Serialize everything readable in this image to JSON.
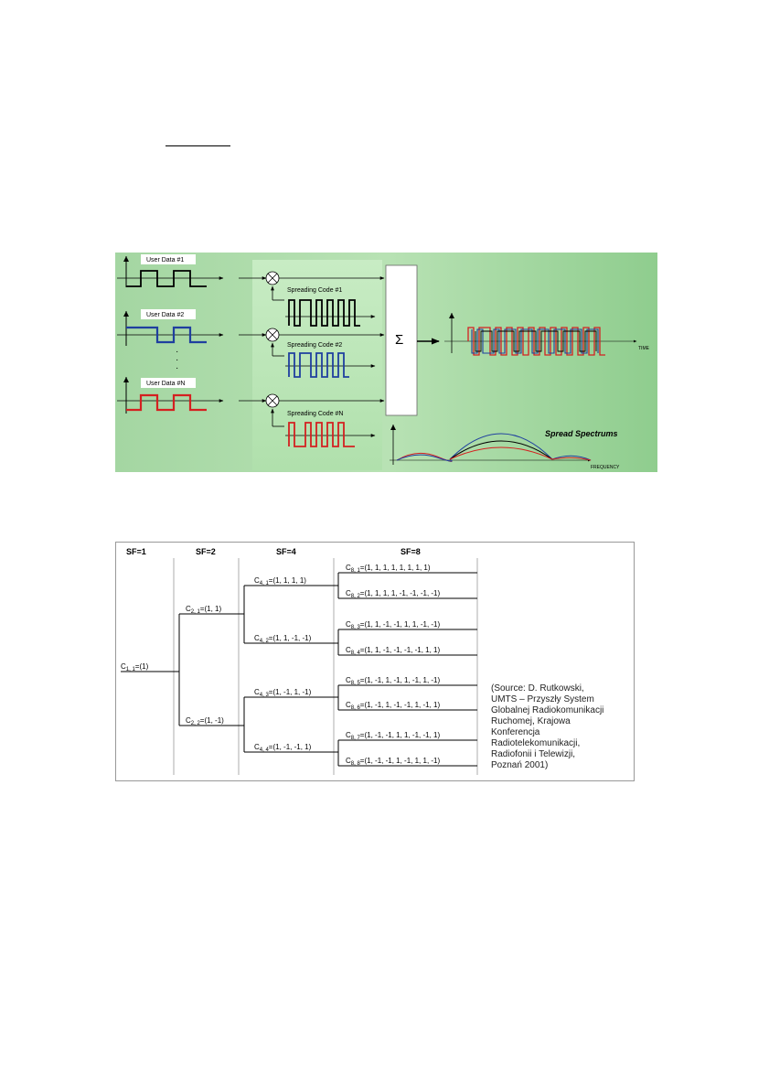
{
  "cdma_diagram": {
    "users": [
      {
        "label": "User Data #1",
        "color": "#000000"
      },
      {
        "label": "User Data #2",
        "color": "#1f3f9f"
      },
      {
        "label": "User Data #N",
        "color": "#d42020"
      }
    ],
    "codes": [
      {
        "label": "Spreading Code #1",
        "color": "#000000"
      },
      {
        "label": "Spreading Code #2",
        "color": "#1f3f9f"
      },
      {
        "label": "Spreading Code #N",
        "color": "#d42020"
      }
    ],
    "dots": "·",
    "sum_symbol": "Σ",
    "time_label": "TIME",
    "spectrum_title": "Spread Spectrums",
    "frequency_label": "FREQUENCY"
  },
  "ovsf_tree": {
    "sf_headers": [
      "SF=1",
      "SF=2",
      "SF=4",
      "SF=8"
    ],
    "nodes": [
      {
        "id": "c11",
        "main": "C",
        "sub": "1, 1",
        "value": "=(1)"
      },
      {
        "id": "c21",
        "main": "C",
        "sub": "2, 1",
        "value": "=(1, 1)"
      },
      {
        "id": "c22",
        "main": "C",
        "sub": "2, 2",
        "value": "=(1, -1)"
      },
      {
        "id": "c41",
        "main": "C",
        "sub": "4, 1",
        "value": "=(1, 1, 1, 1)"
      },
      {
        "id": "c42",
        "main": "C",
        "sub": "4, 2",
        "value": "=(1, 1, -1, -1)"
      },
      {
        "id": "c43",
        "main": "C",
        "sub": "4, 3",
        "value": "=(1, -1, 1, -1)"
      },
      {
        "id": "c44",
        "main": "C",
        "sub": "4, 4",
        "value": "=(1, -1, -1, 1)"
      },
      {
        "id": "c81",
        "main": "C",
        "sub": "8, 1",
        "value": "=(1, 1, 1, 1, 1, 1, 1, 1)"
      },
      {
        "id": "c82",
        "main": "C",
        "sub": "8, 2",
        "value": "=(1, 1, 1, 1, -1, -1, -1, -1)"
      },
      {
        "id": "c83",
        "main": "C",
        "sub": "8, 3",
        "value": "=(1, 1, -1, -1, 1, 1, -1, -1)"
      },
      {
        "id": "c84",
        "main": "C",
        "sub": "8, 4",
        "value": "=(1, 1, -1, -1, -1, -1, 1, 1)"
      },
      {
        "id": "c85",
        "main": "C",
        "sub": "8, 5",
        "value": "=(1, -1, 1, -1, 1, -1, 1, -1)"
      },
      {
        "id": "c86",
        "main": "C",
        "sub": "8, 6",
        "value": "=(1, -1, 1, -1, -1, 1, -1, 1)"
      },
      {
        "id": "c87",
        "main": "C",
        "sub": "8, 7",
        "value": "=(1, -1, -1, 1, 1, -1, -1, 1)"
      },
      {
        "id": "c88",
        "main": "C",
        "sub": "8, 8",
        "value": "=(1, -1, -1, 1, -1, 1, 1, -1)"
      }
    ],
    "source_lines": [
      "(Source: D. Rutkowski,",
      "UMTS – Przyszły System",
      "Globalnej Radiokomunikacji",
      "Ruchomej, Krajowa",
      "Konferencja",
      "Radiotelekomunikacji,",
      "Radiofonii i Telewizji,",
      "Poznań 2001)"
    ]
  }
}
